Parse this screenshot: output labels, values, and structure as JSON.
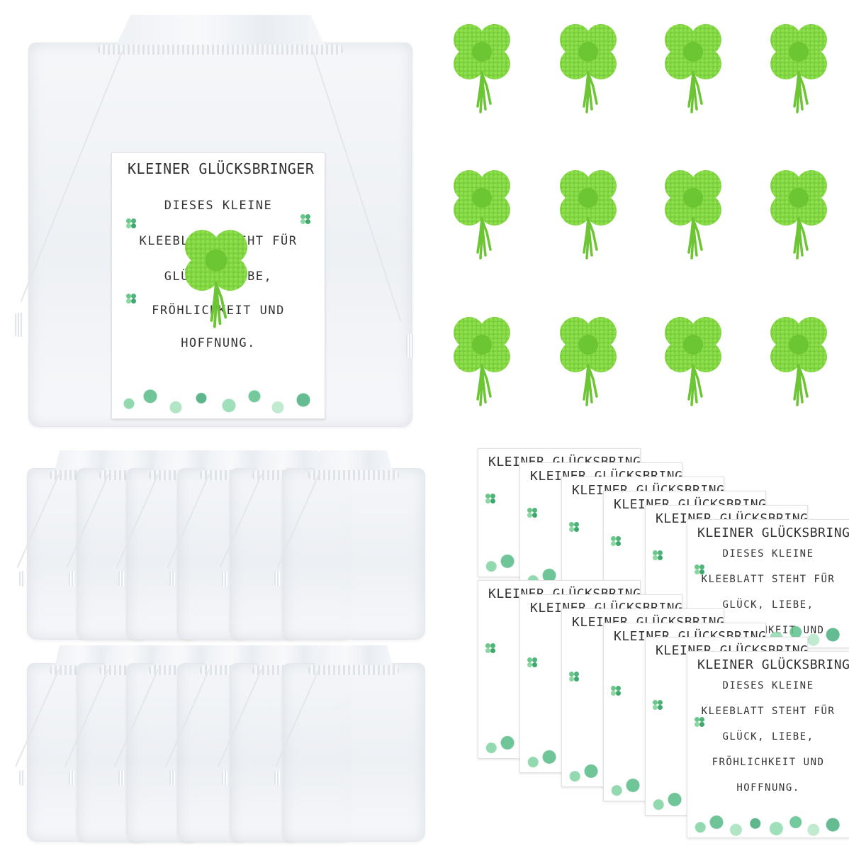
{
  "card": {
    "title": "KLEINER GLÜCKSBRINGER",
    "line1": "DIESES KLEINE",
    "line2": "KLEEBLATT STEHT FÜR",
    "line3": "GLÜCK, LIEBE,",
    "line4": "FRÖHLICHKEIT UND",
    "line5": "HOFFNUNG."
  },
  "colors": {
    "clover_green": "#7ed33f",
    "clover_shadow": "#5fb52a",
    "bag_white": "#f3f5f8",
    "card_text": "#333333"
  },
  "counts": {
    "clovers_visible": 12,
    "small_bags_visible": 12,
    "cards_visible": 12
  }
}
